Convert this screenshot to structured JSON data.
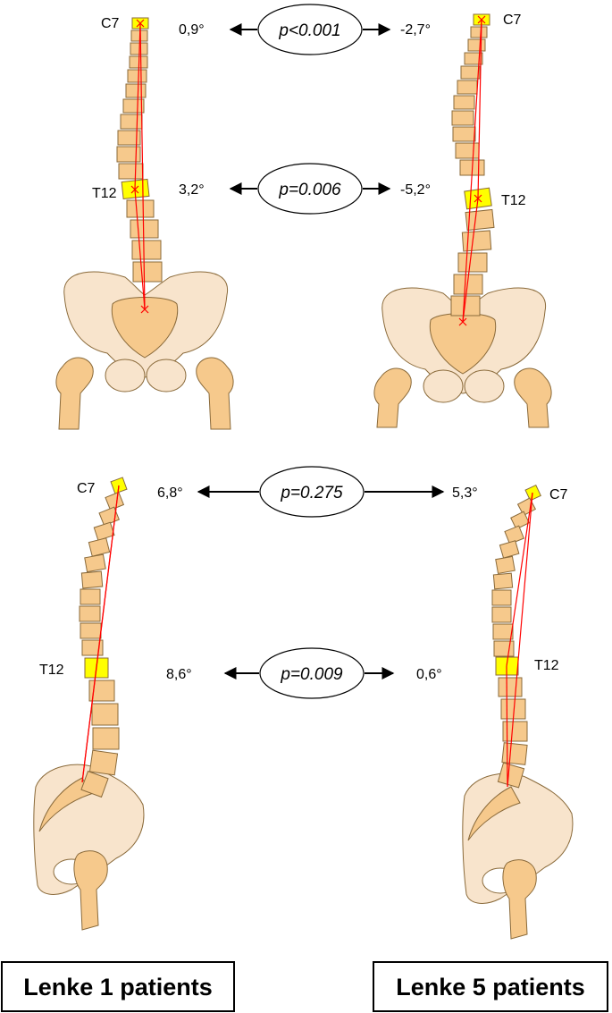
{
  "colors": {
    "bone": "#f6c98c",
    "bone_stroke": "#8a6a3a",
    "pelvis": "#f8e4cc",
    "highlight": "#ffff00",
    "line": "#ff0000"
  },
  "frontal": {
    "c7_row": {
      "left_label": "C7",
      "left_value": "0,9°",
      "p_value": "p<0.001",
      "right_value": "-2,7°",
      "right_label": "C7"
    },
    "t12_row": {
      "left_label": "T12",
      "left_value": "3,2°",
      "p_value": "p=0.006",
      "right_value": "-5,2°",
      "right_label": "T12"
    }
  },
  "sagittal": {
    "c7_row": {
      "left_label": "C7",
      "left_value": "6,8°",
      "p_value": "p=0.275",
      "right_value": "5,3°",
      "right_label": "C7"
    },
    "t12_row": {
      "left_label": "T12",
      "left_value": "8,6°",
      "p_value": "p=0.009",
      "right_value": "0,6°",
      "right_label": "T12"
    }
  },
  "captions": {
    "left": "Lenke 1 patients",
    "right": "Lenke 5 patients"
  }
}
